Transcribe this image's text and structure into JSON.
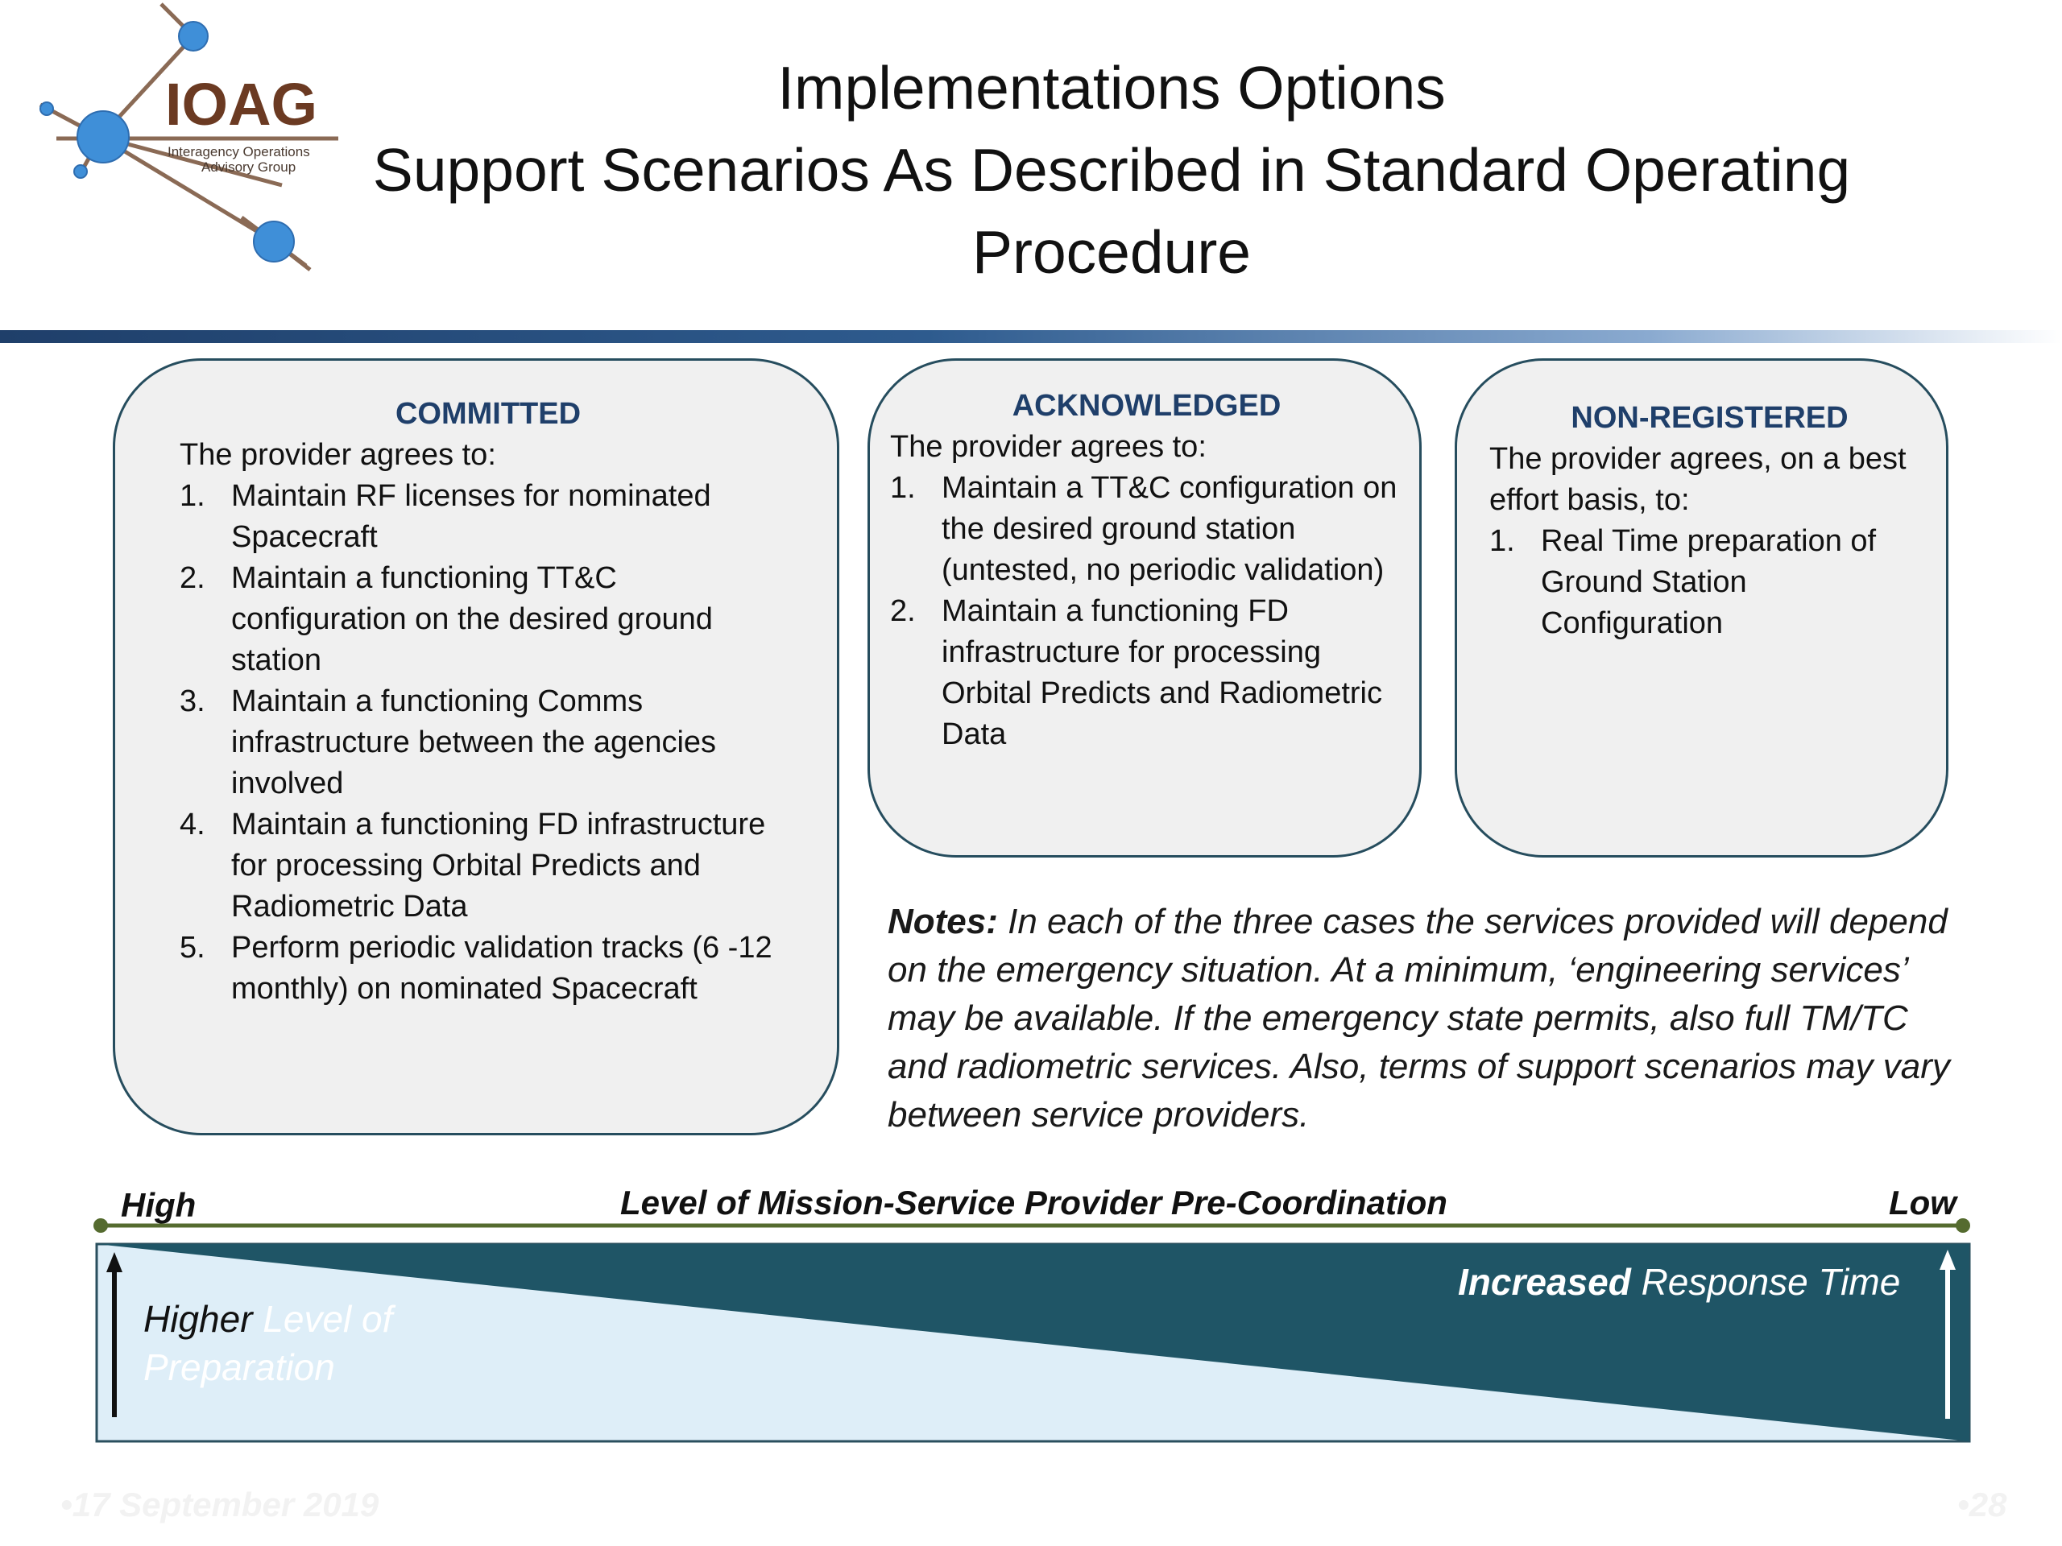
{
  "logo": {
    "acronym": "IOAG",
    "subtitle_line1": "Interagency Operations",
    "subtitle_line2": "Advisory Group"
  },
  "title": {
    "line1": "Implementations Options",
    "line2": "Support Scenarios As Described in Standard Operating",
    "line3": "Procedure"
  },
  "cards": {
    "committed": {
      "heading": "COMMITTED",
      "intro": "The provider agrees to:",
      "items": [
        {
          "num": "1.",
          "text": "Maintain RF licenses for nominated Spacecraft"
        },
        {
          "num": "2.",
          "text": "Maintain a functioning TT&C configuration on the desired ground station"
        },
        {
          "num": "3.",
          "text": "Maintain a functioning Comms infrastructure between the agencies involved"
        },
        {
          "num": "4.",
          "text": "Maintain a functioning FD infrastructure for processing Orbital Predicts and Radiometric Data"
        },
        {
          "num": "5.",
          "text": "Perform periodic validation tracks (6 -12 monthly) on nominated Spacecraft"
        }
      ]
    },
    "acknowledged": {
      "heading": "ACKNOWLEDGED",
      "intro": "The provider agrees to:",
      "items": [
        {
          "num": "1.",
          "text": "Maintain a TT&C configuration on the desired ground station (untested, no periodic validation)"
        },
        {
          "num": "2.",
          "text": "Maintain a functioning FD infrastructure for processing Orbital Predicts and Radiometric Data"
        }
      ]
    },
    "non_registered": {
      "heading": "NON-REGISTERED",
      "intro": "The provider agrees, on a best effort basis, to:",
      "items": [
        {
          "num": "1.",
          "text": "Real Time preparation of Ground Station Configuration"
        }
      ]
    }
  },
  "notes": {
    "label": "Notes:",
    "text": " In each of the three cases the services provided will depend on the emergency situation. At a minimum, ‘engineering services’ may be available. If the emergency state permits, also full TM/TC and radiometric services. Also, terms of support scenarios may vary between service providers."
  },
  "scale": {
    "high": "High",
    "axis_title": "Level of Mission-Service Provider Pre-Coordination",
    "low": "Low",
    "left_bold": "Higher",
    "left_rest": " Level of Preparation",
    "right_bold": "Increased",
    "right_rest": " Response Time",
    "colors": {
      "dark": "#1f5566",
      "light": "#deeef8",
      "line": "#556b2f"
    }
  },
  "footer": {
    "date": "•17 September 2019",
    "page": "•28"
  }
}
